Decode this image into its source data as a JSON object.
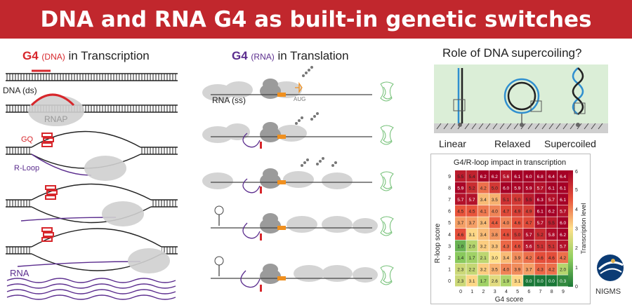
{
  "banner": {
    "title": "DNA and RNA G4 as built-in genetic switches",
    "bg": "#c1272d"
  },
  "transcription": {
    "title_g4": "G4",
    "title_mol": "(DNA)",
    "title_rest": "in Transcription",
    "dna_label": "DNA (ds)",
    "rnap_label": "RNAP",
    "gq_label": "GQ",
    "rloop_label": "R-Loop",
    "rna_label": "RNA"
  },
  "translation": {
    "title_g4": "G4",
    "title_mol": "(RNA)",
    "title_rest": "in Translation",
    "rna_label": "RNA (ss)",
    "aug_label": "AUG"
  },
  "supercoiling": {
    "title": "Role of DNA supercoiling?",
    "labels": [
      "Linear",
      "Relaxed",
      "Supercoiled"
    ]
  },
  "heatmap": {
    "title": "G4/R-loop impact in transcription",
    "xlabel": "G4 score",
    "ylabel": "R-loop score",
    "colorbar_label": "Transcription level",
    "x_ticks": [
      "0",
      "1",
      "2",
      "3",
      "4",
      "5",
      "6",
      "7",
      "8",
      "9"
    ],
    "y_ticks": [
      "9",
      "8",
      "7",
      "6",
      "5",
      "4",
      "3",
      "2",
      "1",
      "0"
    ],
    "colorbar_ticks": [
      "6",
      "5",
      "4",
      "3",
      "2",
      "1",
      "0"
    ],
    "values": [
      [
        "5.5",
        "5.4",
        "6.2",
        "6.2",
        "5.6",
        "6.1",
        "6.0",
        "6.8",
        "6.4",
        "6.4"
      ],
      [
        "5.9",
        "5.2",
        "4.2",
        "5.0",
        "6.0",
        "5.9",
        "5.9",
        "5.7",
        "6.1",
        "6.1"
      ],
      [
        "5.7",
        "5.7",
        "3.4",
        "3.5",
        "5.1",
        "5.0",
        "5.5",
        "6.3",
        "5.7",
        "6.1"
      ],
      [
        "4.5",
        "4.5",
        "4.1",
        "4.0",
        "4.7",
        "4.9",
        "4.9",
        "6.1",
        "6.2",
        "5.7"
      ],
      [
        "3.7",
        "3.7",
        "3.4",
        "4.4",
        "4.0",
        "4.6",
        "4.7",
        "5.7",
        "5.5",
        "6.0"
      ],
      [
        "4.6",
        "3.1",
        "3.4",
        "3.8",
        "4.6",
        "5.0",
        "5.7",
        "5.2",
        "5.8",
        "6.2"
      ],
      [
        "1.0",
        "2.0",
        "3.2",
        "3.3",
        "4.3",
        "4.6",
        "5.6",
        "5.1",
        "5.1",
        "5.7"
      ],
      [
        "1.4",
        "1.7",
        "2.1",
        "3.0",
        "3.4",
        "3.9",
        "4.2",
        "4.6",
        "4.6",
        "4.2"
      ],
      [
        "2.3",
        "2.2",
        "3.2",
        "3.5",
        "4.0",
        "3.9",
        "3.7",
        "4.3",
        "4.2",
        "2.0"
      ],
      [
        "2.3",
        "3.1",
        "1.7",
        "2.6",
        "1.9",
        "3.1",
        "0.0",
        "0.0",
        "0.0",
        "0.3"
      ]
    ]
  },
  "logo": {
    "text": "NIGMS"
  }
}
